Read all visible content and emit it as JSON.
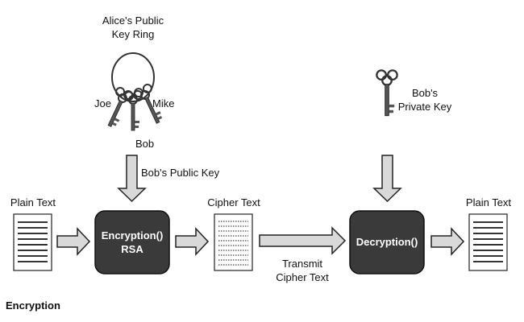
{
  "alice_ring": {
    "line1": "Alice's Public",
    "line2": "Key Ring"
  },
  "keys": {
    "joe": "Joe",
    "mike": "Mike",
    "bob": "Bob"
  },
  "bob_private": {
    "line1": "Bob's",
    "line2": "Private Key"
  },
  "bob_public_key_label": "Bob's Public Key",
  "plain_text_left": "Plain Text",
  "encryption_box": {
    "line1": "Encryption()",
    "line2": "RSA"
  },
  "cipher_text_label": "Cipher Text",
  "transmit": {
    "line1": "Transmit",
    "line2": "Cipher Text"
  },
  "decryption_box": {
    "label": "Decryption()"
  },
  "plain_text_right": "Plain Text",
  "caption": "Encryption",
  "colors": {
    "box_fill": "#3a3a3a",
    "arrow_fill": "#d9d9d9",
    "stroke": "#222222"
  }
}
